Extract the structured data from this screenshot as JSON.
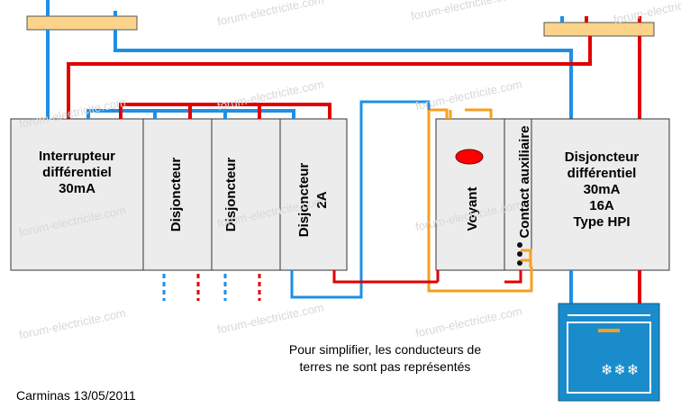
{
  "watermark": "forum-electricite.com",
  "modules": {
    "interrupteur": "Interrupteur\ndifférentiel\n30mA",
    "disjoncteur_1": "Disjoncteur",
    "disjoncteur_2": "Disjoncteur",
    "disjoncteur_2a_line1": "Disjoncteur",
    "disjoncteur_2a_line2": "2A",
    "voyant": "Voyant",
    "contact": "Contact auxiliaire",
    "disjoncteur_hpi": "Disjoncteur\ndifférentiel\n30mA\n16A\nType HPI"
  },
  "note": "Pour simplifier, les conducteurs de\nterres ne sont pas représentés",
  "signature": "Carminas 13/05/2011",
  "snowflakes": "❄❄❄",
  "colors": {
    "phase": "#e00000",
    "neutral": "#1e8fe6",
    "auxiliary": "#f5a020",
    "busbar": "#fbd48a",
    "voyant_lamp": "#ff0000",
    "freezer": "#1a8ccc",
    "module_fill": "#ececec"
  }
}
